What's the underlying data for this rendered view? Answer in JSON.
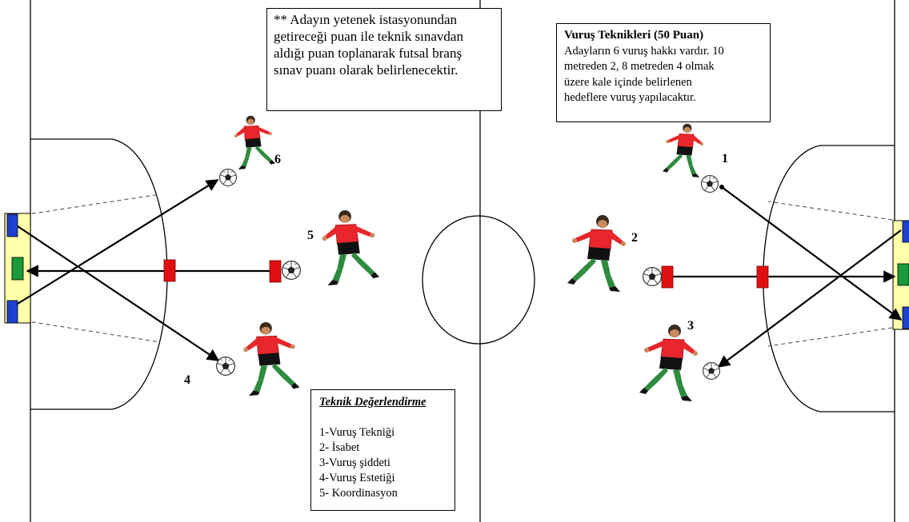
{
  "note": {
    "lines": [
      "** Adayın yetenek istasyonundan",
      "getireceği puan ile teknik sınavdan",
      "aldığı puan toplanarak futsal branş",
      "sınav puanı olarak belirlenecektir."
    ]
  },
  "vurus": {
    "title": "Vuruş Teknikleri (50 Puan)",
    "lines": [
      "Adayların 6 vuruş hakkı vardır. 10",
      "metreden 2, 8 metreden 4 olmak",
      "üzere kale içinde belirlenen",
      "hedeflere vuruş yapılacaktır."
    ]
  },
  "teknik": {
    "title": "Teknik Değerlendirme",
    "items": [
      "1-Vuruş Tekniği",
      "2- İsabet",
      "3-Vuruş şiddeti",
      "4-Vuruş Estetiği",
      "5- Koordinasyon"
    ]
  },
  "players": [
    {
      "number": "1"
    },
    {
      "number": "2"
    },
    {
      "number": "3"
    },
    {
      "number": "4"
    },
    {
      "number": "5"
    },
    {
      "number": "6"
    }
  ],
  "colors": {
    "shirt": "#e8262b",
    "shorts": "#111111",
    "socks": "#2e8b3e",
    "goal_fill": "#ffffaa",
    "goal_target": "#1f3fd1",
    "goal_center": "#1a9a3a",
    "marker": "#e01010"
  },
  "icons": [
    "player-figure-icon",
    "soccer-ball-icon"
  ]
}
